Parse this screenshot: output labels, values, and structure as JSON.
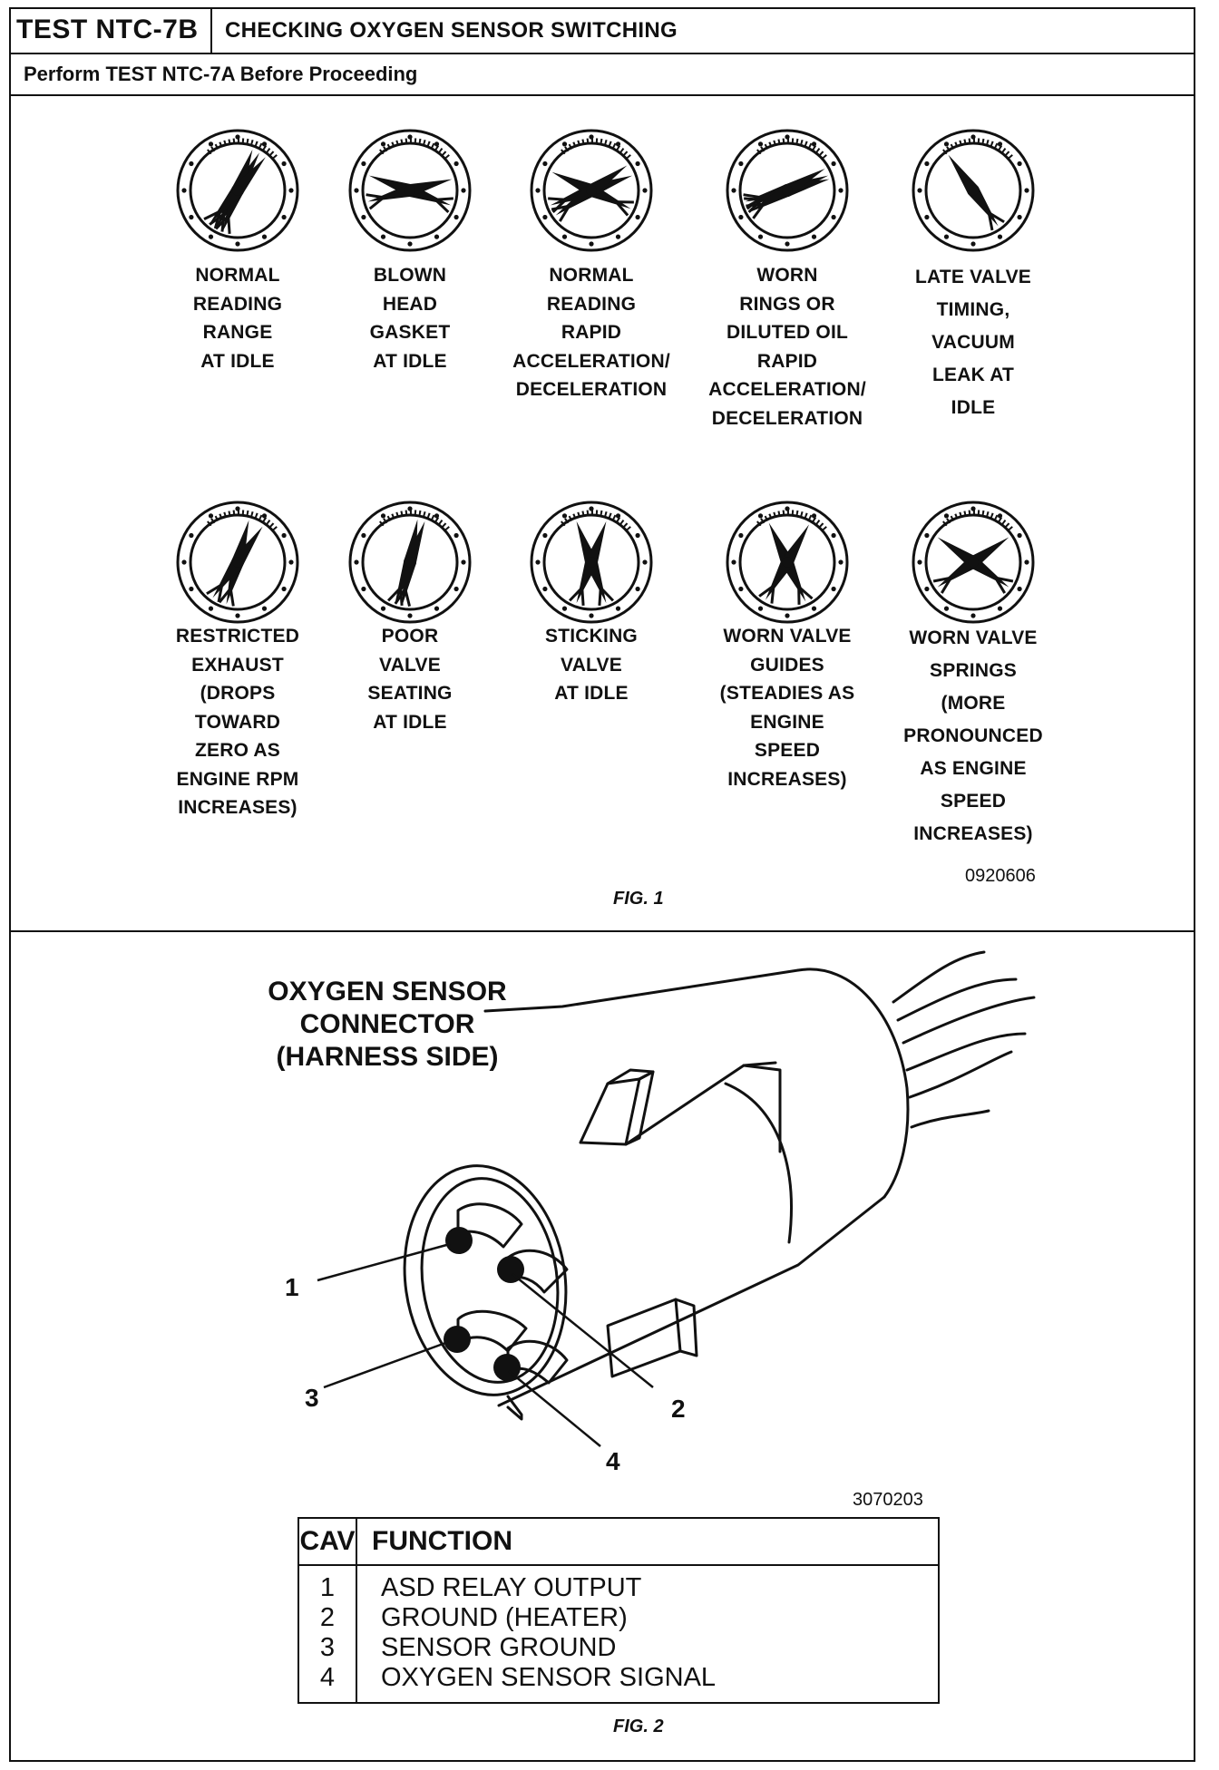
{
  "header": {
    "test_id": "TEST NTC-7B",
    "title": "CHECKING OXYGEN SENSOR SWITCHING",
    "subtitle": "Perform TEST NTC-7A Before Proceeding"
  },
  "fig1": {
    "gauges": [
      {
        "lines": [
          "NORMAL",
          "READING",
          "RANGE",
          "AT IDLE"
        ]
      },
      {
        "lines": [
          "BLOWN",
          "HEAD",
          "GASKET",
          "AT IDLE"
        ]
      },
      {
        "lines": [
          "NORMAL",
          "READING",
          "RAPID",
          "ACCELERATION/",
          "DECELERATION"
        ]
      },
      {
        "lines": [
          "WORN",
          "RINGS OR",
          "DILUTED OIL",
          "RAPID",
          "ACCELERATION/",
          "DECELERATION"
        ]
      },
      {
        "lines": [
          "LATE VALVE",
          "TIMING,",
          "VACUUM",
          "LEAK AT",
          "IDLE"
        ]
      },
      {
        "lines": [
          "RESTRICTED",
          "EXHAUST",
          "(DROPS",
          "TOWARD",
          "ZERO AS",
          "ENGINE RPM",
          "INCREASES)"
        ]
      },
      {
        "lines": [
          "POOR",
          "VALVE",
          "SEATING",
          "AT IDLE"
        ]
      },
      {
        "lines": [
          "STICKING",
          "VALVE",
          "AT IDLE"
        ]
      },
      {
        "lines": [
          "WORN VALVE",
          "GUIDES",
          "(STEADIES AS",
          "ENGINE",
          "SPEED",
          "INCREASES)"
        ]
      },
      {
        "lines": [
          "WORN VALVE",
          "SPRINGS",
          "(MORE",
          "PRONOUNCED",
          "AS ENGINE",
          "SPEED",
          "INCREASES)"
        ]
      }
    ],
    "code": "0920606",
    "caption": "FIG. 1"
  },
  "fig2": {
    "title_lines": [
      "OXYGEN SENSOR",
      "CONNECTOR",
      "(HARNESS SIDE)"
    ],
    "pin_labels": [
      "1",
      "2",
      "3",
      "4"
    ],
    "code": "3070203",
    "table": {
      "headers": [
        "CAV",
        "FUNCTION"
      ],
      "rows": [
        {
          "cav": "1",
          "function": "ASD RELAY OUTPUT"
        },
        {
          "cav": "2",
          "function": "GROUND (HEATER)"
        },
        {
          "cav": "3",
          "function": "SENSOR GROUND"
        },
        {
          "cav": "4",
          "function": "OXYGEN SENSOR SIGNAL"
        }
      ]
    },
    "caption": "FIG. 2"
  }
}
